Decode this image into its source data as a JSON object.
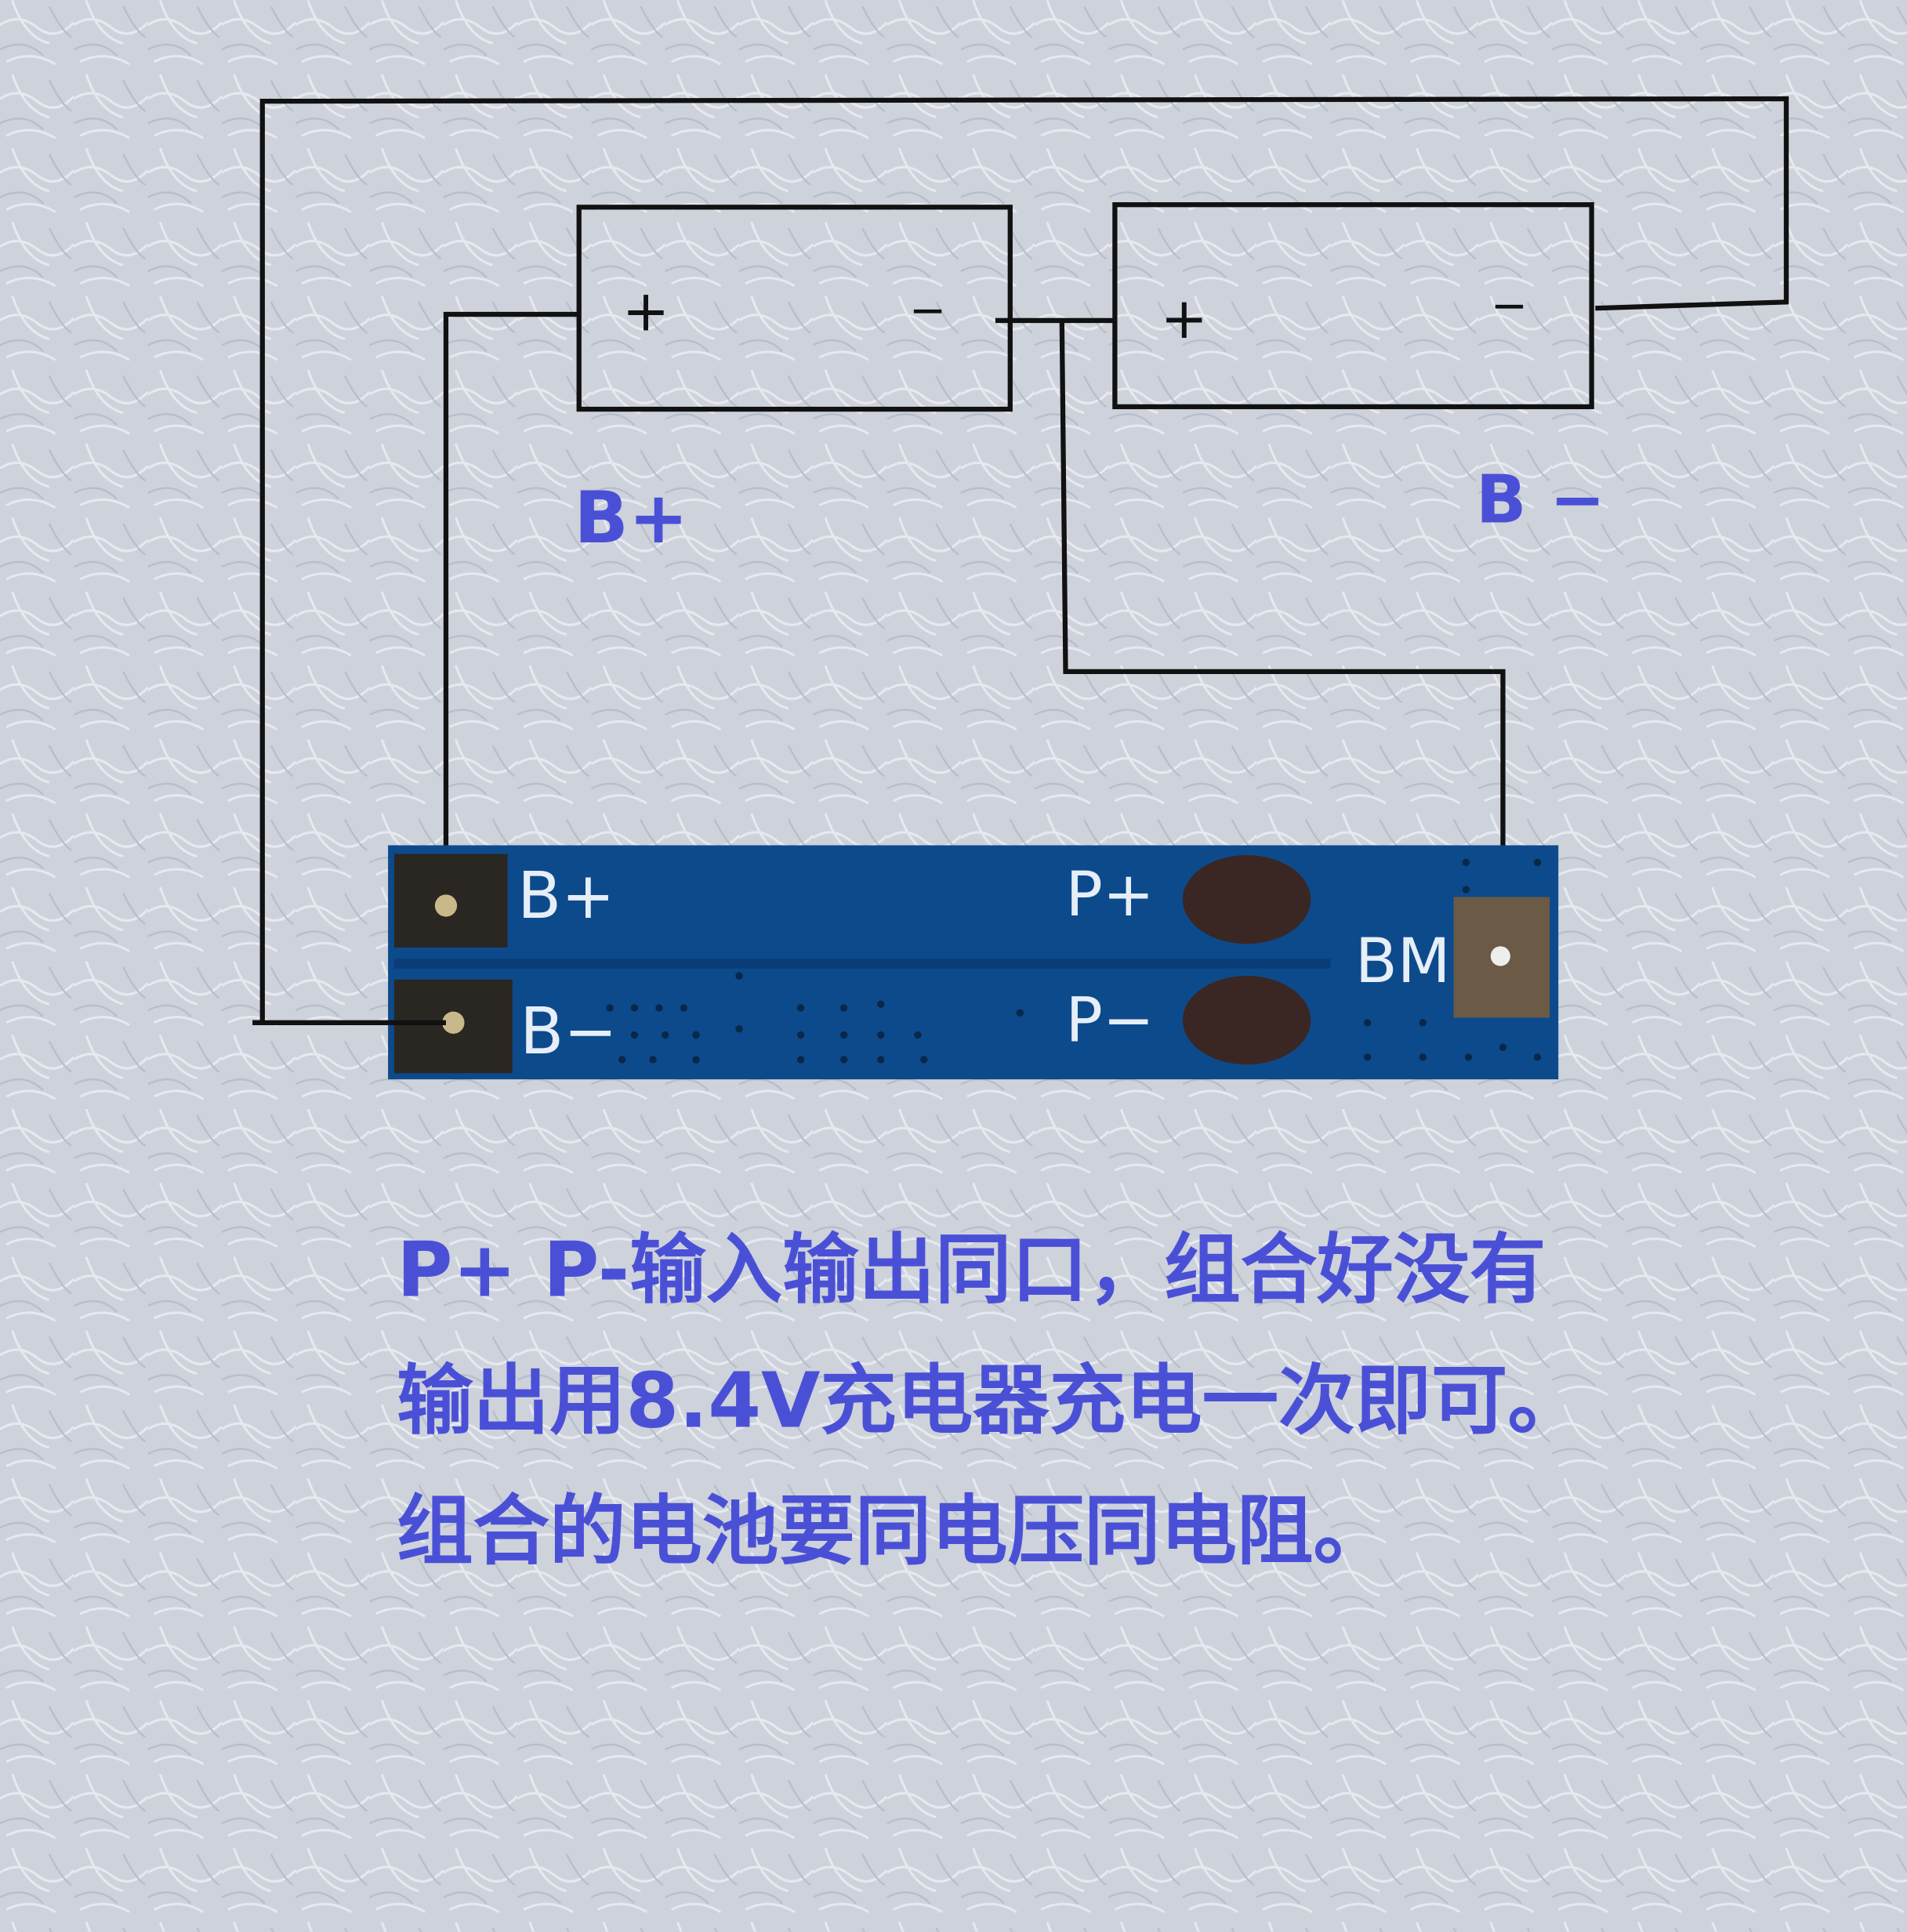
{
  "diagram": {
    "battery_1": {
      "plus": "+",
      "minus": "−"
    },
    "battery_2": {
      "plus": "+",
      "minus": "−"
    },
    "label_b_plus": "B+",
    "label_b_minus": "B −"
  },
  "pcb": {
    "pad_b_plus": "B+",
    "pad_b_minus": "B−",
    "pad_p_plus": "P+",
    "pad_p_minus": "P−",
    "pad_bm": "BM",
    "color": "#0d4a8c"
  },
  "note": {
    "line1": "P+ P-输入输出同口，组合好没有",
    "line2": "输出用8.4V充电器充电一次即可。",
    "line3": "组合的电池要同电压同电阻。"
  },
  "colors": {
    "annotation": "#4a50d6",
    "background": "#cdd2db"
  }
}
